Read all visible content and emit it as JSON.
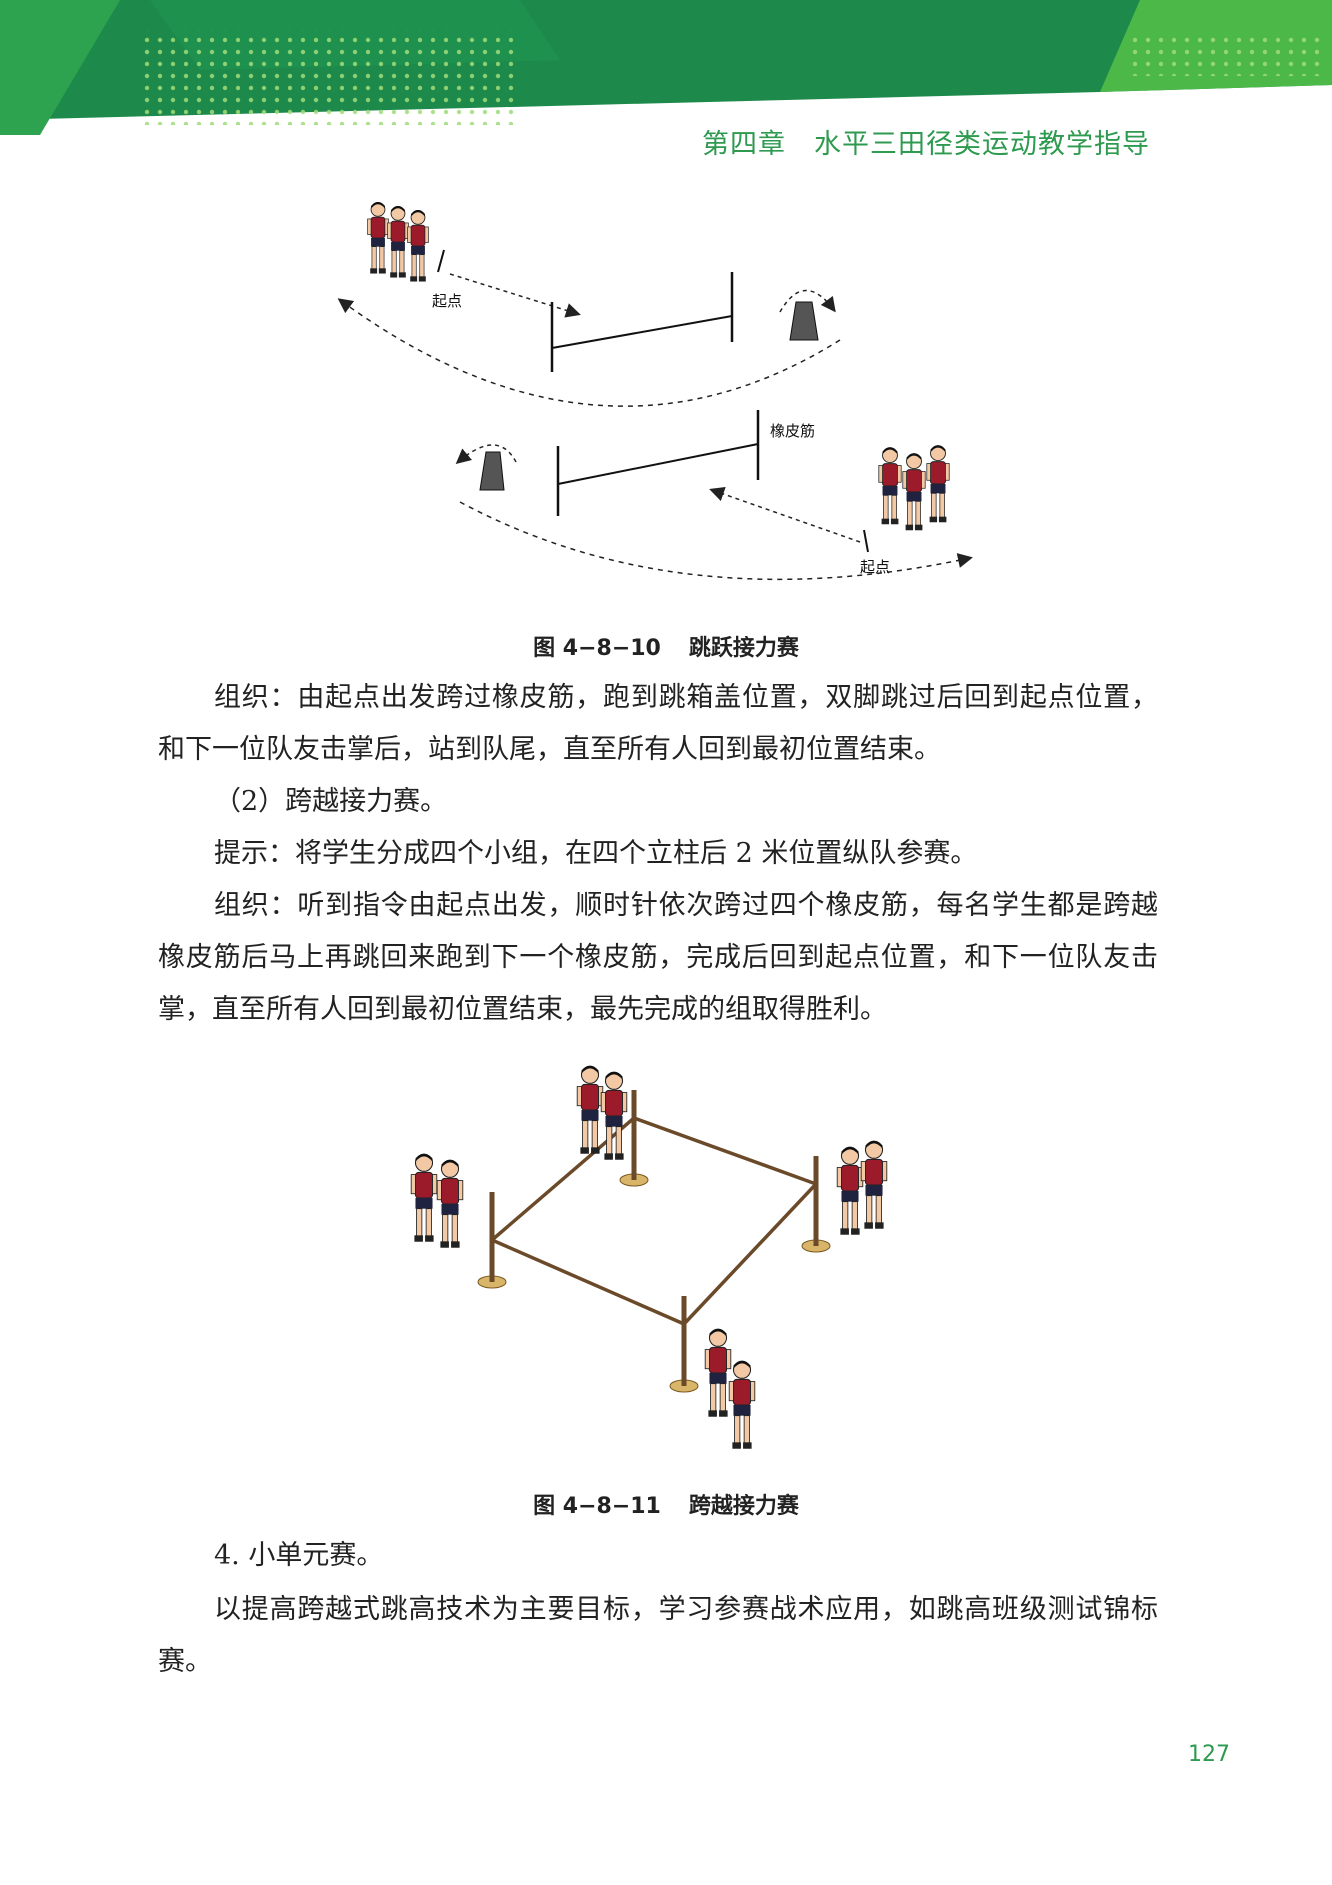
{
  "header": {
    "chapter_title": "第四章　水平三田径类运动教学指导"
  },
  "figure1": {
    "label_start_1": "起点",
    "label_start_2": "起点",
    "label_rubber_band": "橡皮筋",
    "caption_number": "图 4−8−10",
    "caption_title": "跳跃接力赛"
  },
  "paragraphs": {
    "p1": "组织：由起点出发跨过橡皮筋，跑到跳箱盖位置，双脚跳过后回到起点位置，和下一位队友击掌后，站到队尾，直至所有人回到最初位置结束。",
    "p2": "（2）跨越接力赛。",
    "p3": "提示：将学生分成四个小组，在四个立柱后 2 米位置纵队参赛。",
    "p4": "组织：听到指令由起点出发，顺时针依次跨过四个橡皮筋，每名学生都是跨越橡皮筋后马上再跳回来跑到下一个橡皮筋，完成后回到起点位置，和下一位队友击掌，直至所有人回到最初位置结束，最先完成的组取得胜利。",
    "p5": "4. 小单元赛。",
    "p6": "以提高跨越式跳高技术为主要目标，学习参赛战术应用，如跳高班级测试锦标赛。"
  },
  "figure2": {
    "caption_number": "图 4−8−11",
    "caption_title": "跨越接力赛"
  },
  "page_number": "127",
  "colors": {
    "banner_dark": "#1d8a4c",
    "banner_light": "#4cb848",
    "accent_text": "#2e9a4f",
    "shirt": "#9b1b2a",
    "shorts": "#1f2340"
  }
}
